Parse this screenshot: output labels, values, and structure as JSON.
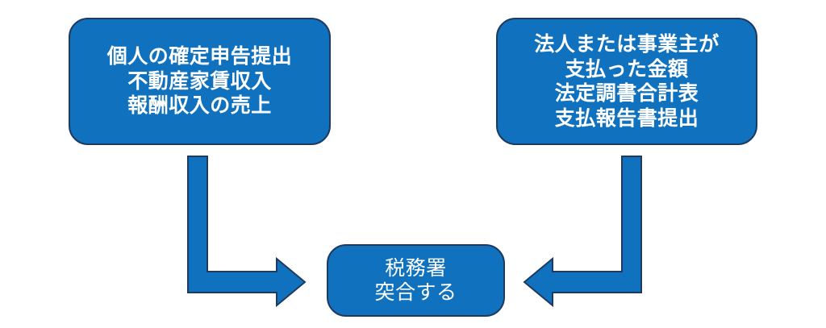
{
  "diagram": {
    "type": "flowchart",
    "background_color": "#ffffff",
    "node_fill_color": "#1072be",
    "node_border_color": "#1f3a5f",
    "node_text_color": "#ffffff",
    "arrow_fill_color": "#1072be",
    "arrow_border_color": "#1f3a5f",
    "nodes": {
      "individual": {
        "name": "individual-filing-box",
        "lines": [
          "個人の確定申告提出",
          "不動産家賃収入",
          "報酬収入の売上"
        ],
        "line1": "個人の確定申告提出",
        "line2": "不動産家賃収入",
        "line3": "報酬収入の売上"
      },
      "corporate": {
        "name": "corporate-payment-box",
        "lines": [
          "法人または事業主が",
          "支払った金額",
          "法定調書合計表",
          "支払報告書提出"
        ],
        "line1": "法人または事業主が",
        "line2": "支払った金額",
        "line3": "法定調書合計表",
        "line4": "支払報告書提出"
      },
      "tax_office": {
        "name": "tax-office-box",
        "lines": [
          "税務署",
          "突合する"
        ],
        "line1": "税務署",
        "line2": "突合する"
      }
    },
    "arrows": [
      {
        "name": "arrow-individual-to-tax-office",
        "from": "individual",
        "to": "tax_office",
        "shape": "elbow",
        "direction": "down-then-right",
        "head": "right"
      },
      {
        "name": "arrow-corporate-to-tax-office",
        "from": "corporate",
        "to": "tax_office",
        "shape": "elbow",
        "direction": "down-then-left",
        "head": "left"
      }
    ]
  }
}
